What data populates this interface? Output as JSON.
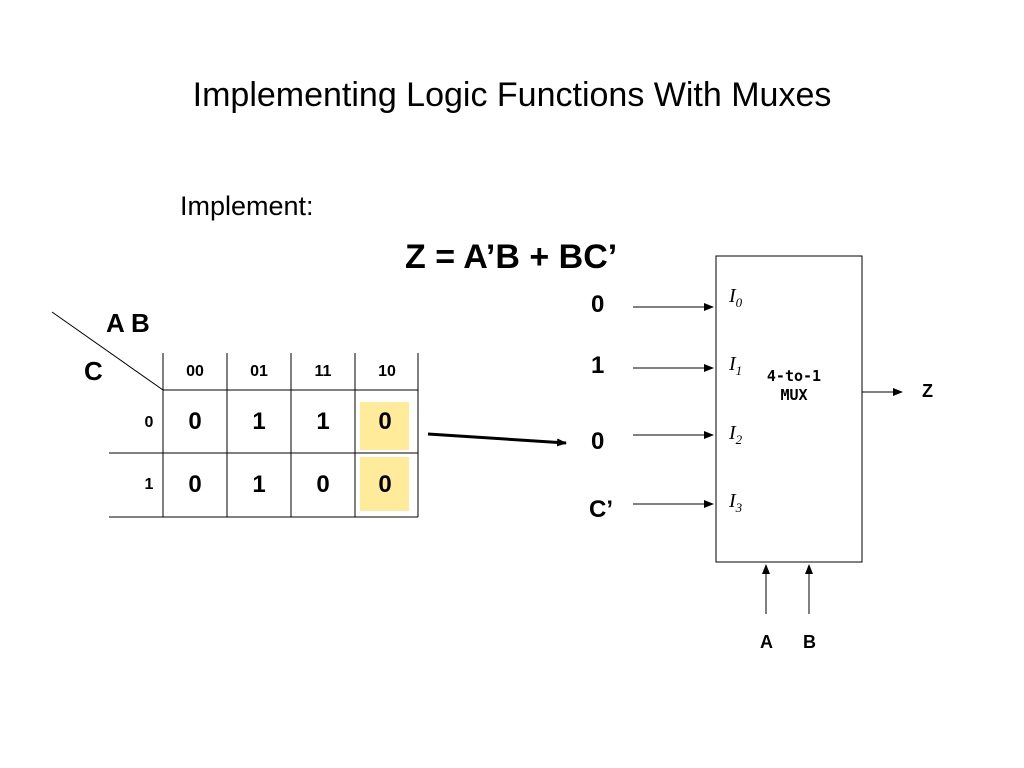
{
  "title": "Implementing Logic Functions With Muxes",
  "implement_label": "Implement:",
  "equation": "Z = A’B + BC’",
  "kmap": {
    "column_variables": "A B",
    "row_variable": "C",
    "column_headers": [
      "00",
      "01",
      "11",
      "10"
    ],
    "row_headers": [
      "0",
      "1"
    ],
    "cells": [
      [
        "0",
        "1",
        "1",
        "0"
      ],
      [
        "0",
        "1",
        "0",
        "0"
      ]
    ],
    "highlight_color": "#ffeb99"
  },
  "mux": {
    "label_line1": "4-to-1",
    "label_line2": "MUX",
    "input_values": [
      "0",
      "1",
      "0",
      "C’"
    ],
    "input_ports": [
      {
        "name": "I",
        "sub": "0"
      },
      {
        "name": "I",
        "sub": "1"
      },
      {
        "name": "I",
        "sub": "2"
      },
      {
        "name": "I",
        "sub": "3"
      }
    ],
    "output_label": "Z",
    "select_labels": [
      "A",
      "B"
    ]
  }
}
